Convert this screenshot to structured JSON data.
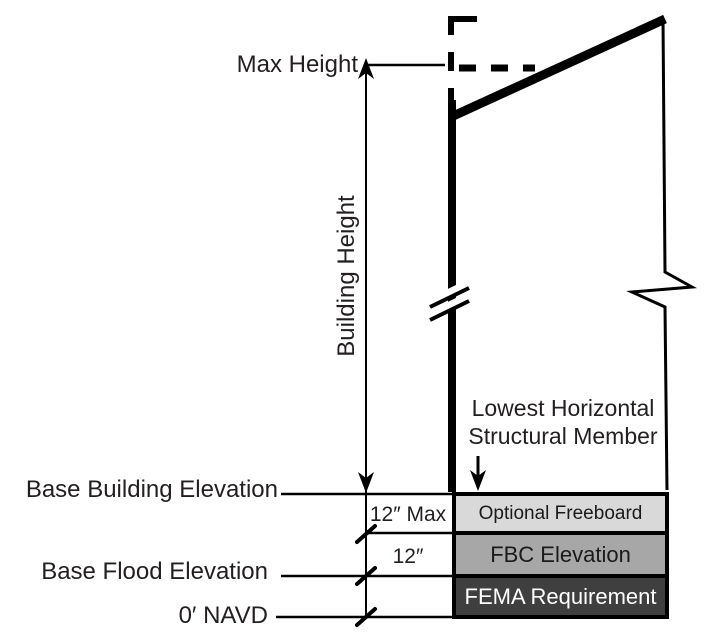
{
  "diagram": {
    "title_context": "Building height and flood elevation diagram",
    "labels": {
      "max_height": "Max Height",
      "building_height": "Building Height",
      "base_building_elevation": "Base Building Elevation",
      "base_flood_elevation": "Base Flood Elevation",
      "navd_datum": "0′ NAVD",
      "lowest_horizontal_member": "Lowest Horizontal\nStructural Member",
      "dim_12_max": "12″ Max",
      "dim_12": "12″"
    },
    "elevation_boxes": [
      {
        "label": "Optional Freeboard",
        "fill": "#d9d9d9",
        "text_color": "#1a1a1a"
      },
      {
        "label": "FBC Elevation",
        "fill": "#a7a7a7",
        "text_color": "#1a1a1a"
      },
      {
        "label": "FEMA Requirement",
        "fill": "#3f3f3f",
        "text_color": "#ffffff"
      }
    ],
    "colors": {
      "line": "#000000",
      "text": "#231f20",
      "background": "#ffffff"
    }
  }
}
